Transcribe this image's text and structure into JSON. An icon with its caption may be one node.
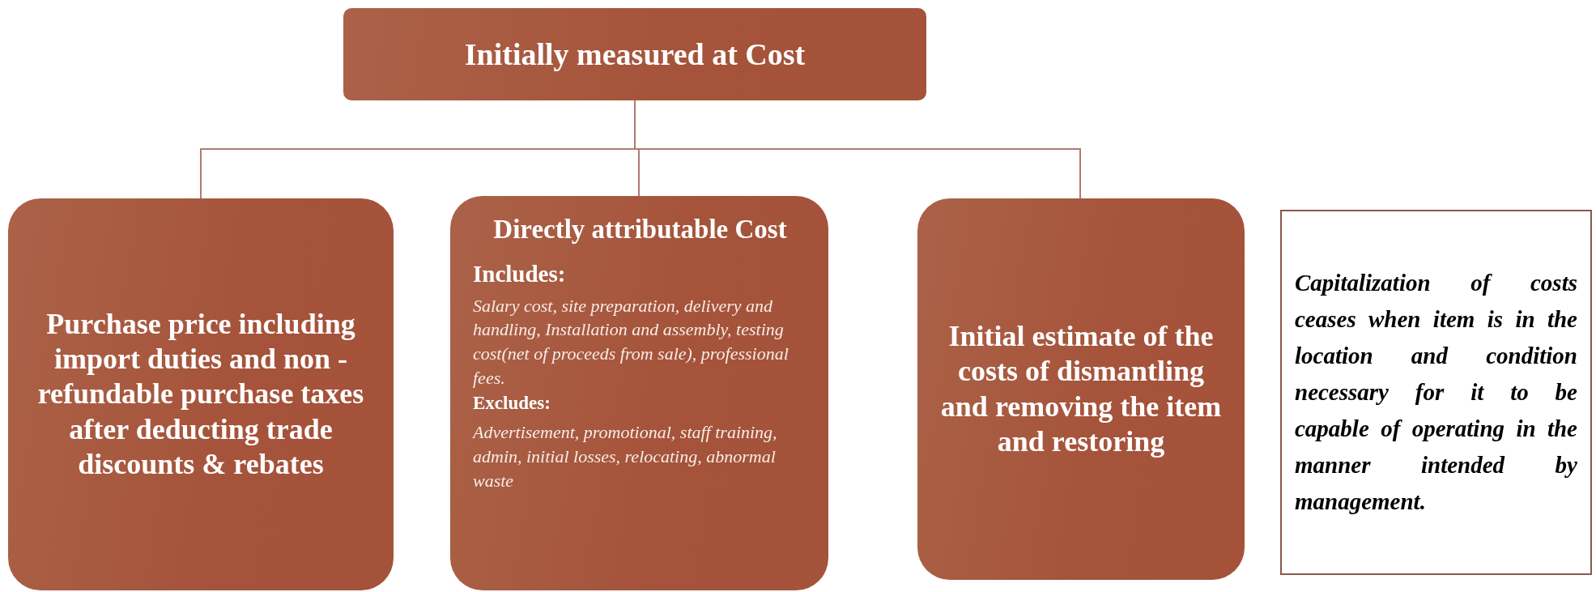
{
  "diagram": {
    "nodes": [
      {
        "text": [
          "Initially measured at Cost"
        ]
      },
      {
        "text": [
          "Purchase price including import duties and non - refundable purchase taxes after deducting trade discounts & rebates"
        ]
      },
      {
        "text": [
          "Directly attributable Cost",
          "Includes:",
          "Salary cost, site preparation, delivery and handling, Installation and assembly, testing cost(net of  proceeds from sale), professional fees.",
          "Excludes:",
          "Advertisement, promotional, staff training, admin, initial losses, relocating, abnormal  waste"
        ]
      },
      {
        "text": [
          "Initial estimate of the costs of dismantling and removing the item and restoring"
        ]
      },
      {
        "text": [
          "Capitalization of costs ceases when item is in the location and condition necessary for it to be capable of operating in the manner intended by management."
        ]
      }
    ],
    "edges": [
      {
        "from": 0,
        "to": 1,
        "arrow": "none"
      },
      {
        "from": 0,
        "to": 2,
        "arrow": "none"
      },
      {
        "from": 0,
        "to": 3,
        "arrow": "none"
      }
    ]
  }
}
